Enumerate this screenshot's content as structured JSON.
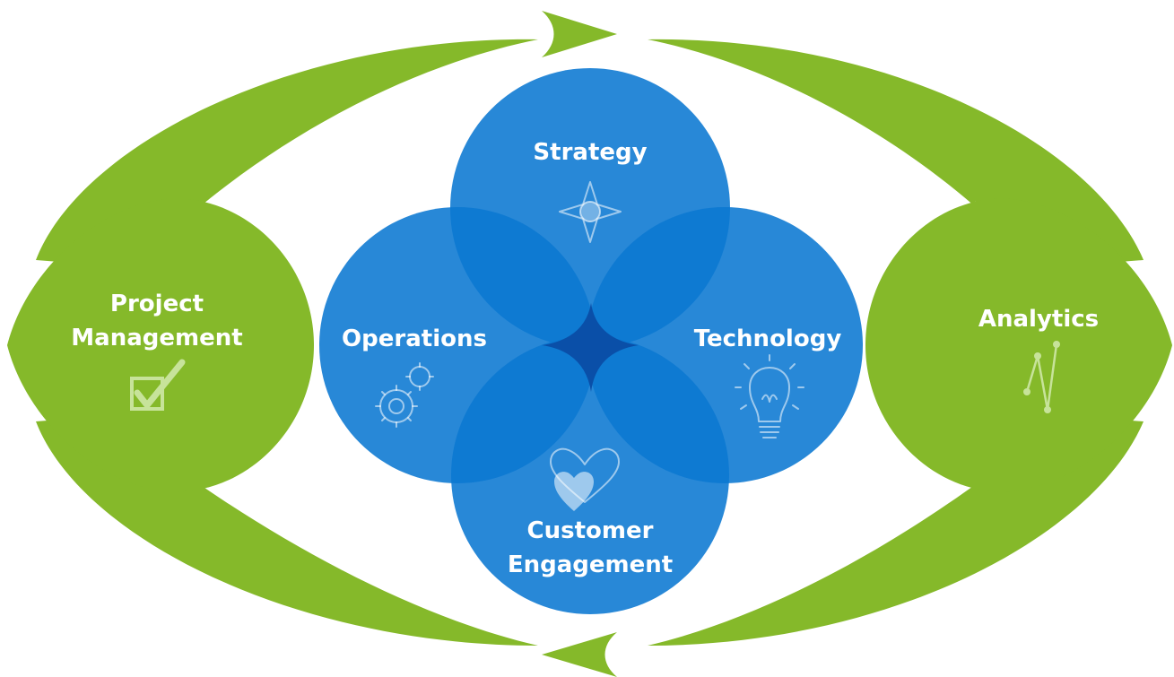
{
  "diagram": {
    "outer_cycle": {
      "left_label_line1": "Project",
      "left_label_line2": "Management",
      "right_label": "Analytics",
      "left_icon": "checkbox-icon",
      "right_icon": "analytics-line-icon"
    },
    "circles": [
      {
        "label": "Strategy",
        "icon": "compass-star-icon"
      },
      {
        "label": "Operations",
        "icon": "gears-icon"
      },
      {
        "label": "Technology",
        "icon": "lightbulb-icon"
      },
      {
        "label_line1": "Customer",
        "label_line2": "Engagement",
        "icon": "hearts-icon"
      }
    ]
  },
  "colors": {
    "green": "#85b92a",
    "blue": "#0875cf",
    "center_dark": "#0a4fa8",
    "icon_green": "#c7e39a"
  }
}
